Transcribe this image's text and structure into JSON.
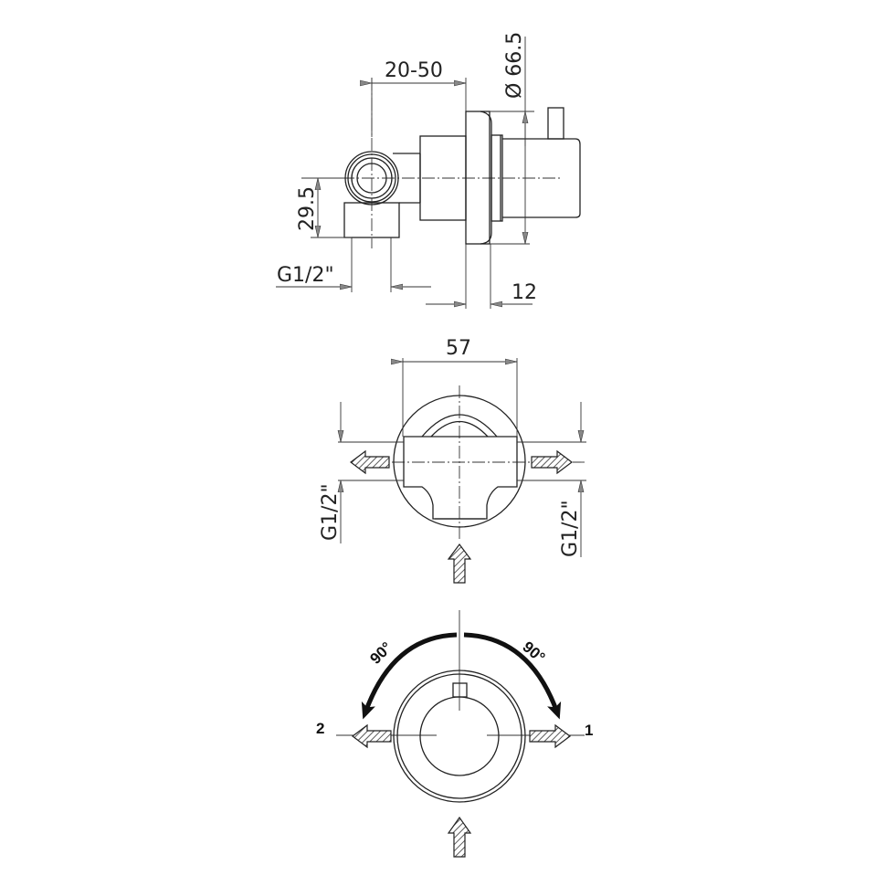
{
  "views": {
    "side": {
      "dimensions": {
        "depth_range": "20-50",
        "diameter": "Ø 66.5",
        "height": "29.5",
        "thread": "G1/2\"",
        "plate": "12"
      }
    },
    "top": {
      "dimensions": {
        "width": "57",
        "thread_left": "G1/2\"",
        "thread_right": "G1/2\""
      }
    },
    "front": {
      "rotation_left": "90°",
      "rotation_right": "90°",
      "outlet_left": "2",
      "outlet_right": "1"
    }
  },
  "colors": {
    "line": "#222222",
    "background": "#ffffff"
  }
}
